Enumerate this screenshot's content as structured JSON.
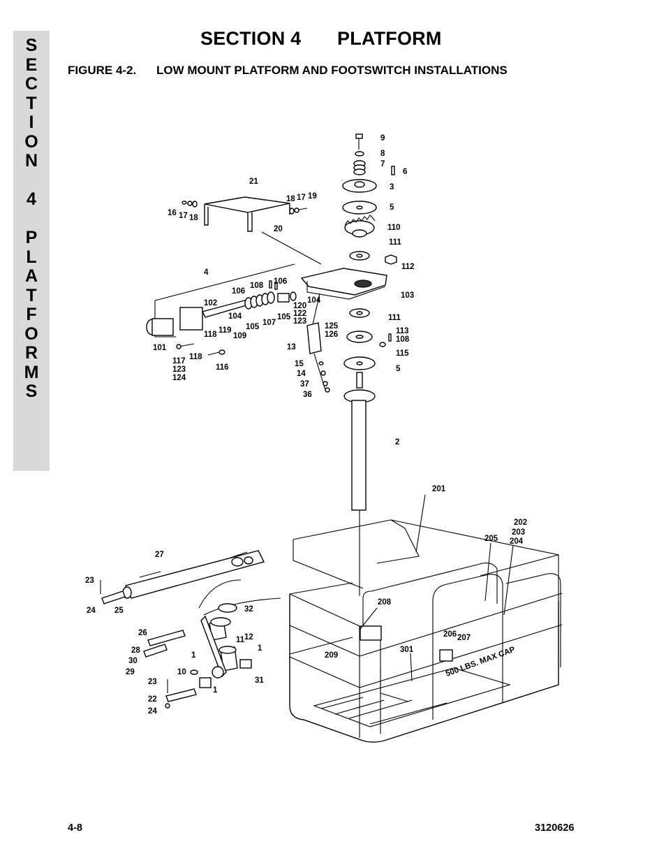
{
  "sidebar": {
    "letters": [
      "S",
      "E",
      "C",
      "T",
      "I",
      "O",
      "N",
      "",
      "4",
      "",
      "P",
      "L",
      "A",
      "T",
      "F",
      "O",
      "R",
      "M",
      "S"
    ]
  },
  "header": {
    "section": "SECTION 4",
    "title": "PLATFORM"
  },
  "figure": {
    "number": "FIGURE 4-2.",
    "title": "LOW MOUNT PLATFORM AND FOOTSWITCH INSTALLATIONS",
    "decal_text": "500 LBS. MAX CAP",
    "callouts": {
      "c9": "9",
      "c8": "8",
      "c7": "7",
      "c6": "6",
      "c3": "3",
      "c5a": "5",
      "c110": "110",
      "c111a": "111",
      "c112": "112",
      "c103": "103",
      "c111b": "111",
      "c113": "113",
      "c108a": "108",
      "c115": "115",
      "c5b": "5",
      "c2": "2",
      "c21": "21",
      "c16": "16",
      "c17a": "17",
      "c18a": "18",
      "c18b": "18",
      "c17b": "17",
      "c19": "19",
      "c20": "20",
      "c4": "4",
      "c108b": "108",
      "c106a": "106",
      "c106b": "106",
      "c102": "102",
      "c104a": "104",
      "c104b": "104",
      "c120": "120",
      "c122": "122",
      "c123a": "123",
      "c105a": "105",
      "c105b": "105",
      "c107": "107",
      "c118a": "118",
      "c119": "119",
      "c109": "109",
      "c101": "101",
      "c117": "117",
      "c123b": "123",
      "c124": "124",
      "c118b": "118",
      "c116": "116",
      "c125": "125",
      "c126": "126",
      "c13": "13",
      "c15": "15",
      "c14": "14",
      "c37": "37",
      "c36": "36",
      "c201": "201",
      "c202": "202",
      "c203": "203",
      "c204": "204",
      "c205": "205",
      "c208": "208",
      "c209": "209",
      "c301": "301",
      "c206": "206",
      "c207": "207",
      "c27": "27",
      "c23a": "23",
      "c24a": "24",
      "c25": "25",
      "c32": "32",
      "c26": "26",
      "c28": "28",
      "c30": "30",
      "c29": "29",
      "c1a": "1",
      "c11": "11",
      "c12": "12",
      "c1b": "1",
      "c10": "10",
      "c31": "31",
      "c1c": "1",
      "c23b": "23",
      "c22": "22",
      "c24b": "24"
    }
  },
  "footer": {
    "page": "4-8",
    "doc_number": "3120626"
  }
}
